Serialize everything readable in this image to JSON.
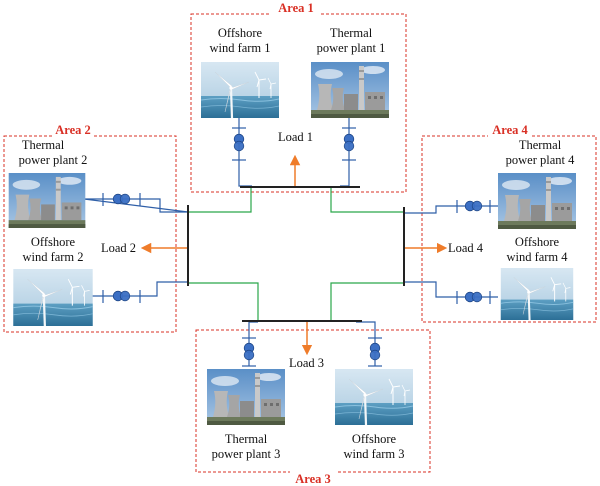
{
  "colors": {
    "area_border": "#d93025",
    "wire_blue": "#2f5fa8",
    "wire_green": "#2aa64a",
    "load_arrow": "#ef7c2a",
    "bus": "#222222",
    "transformer": "#3b6fc4"
  },
  "areas": [
    {
      "id": "area-1",
      "title": "Area 1",
      "plants": [
        {
          "type": "wind",
          "icon": "wind-turbine-icon",
          "label_line1": "Offshore",
          "label_line2": "wind farm 1"
        },
        {
          "type": "thermal",
          "icon": "thermal-plant-icon",
          "label_line1": "Thermal",
          "label_line2": "power plant 1"
        }
      ],
      "load_label": "Load 1"
    },
    {
      "id": "area-2",
      "title": "Area 2",
      "plants": [
        {
          "type": "thermal",
          "icon": "thermal-plant-icon",
          "label_line1": "Thermal",
          "label_line2": "power plant 2"
        },
        {
          "type": "wind",
          "icon": "wind-turbine-icon",
          "label_line1": "Offshore",
          "label_line2": "wind farm 2"
        }
      ],
      "load_label": "Load 2"
    },
    {
      "id": "area-3",
      "title": "Area 3",
      "plants": [
        {
          "type": "thermal",
          "icon": "thermal-plant-icon",
          "label_line1": "Thermal",
          "label_line2": "power plant 3"
        },
        {
          "type": "wind",
          "icon": "wind-turbine-icon",
          "label_line1": "Offshore",
          "label_line2": "wind farm 3"
        }
      ],
      "load_label": "Load 3"
    },
    {
      "id": "area-4",
      "title": "Area 4",
      "plants": [
        {
          "type": "thermal",
          "icon": "thermal-plant-icon",
          "label_line1": "Thermal",
          "label_line2": "power plant 4"
        },
        {
          "type": "wind",
          "icon": "wind-turbine-icon",
          "label_line1": "Offshore",
          "label_line2": "wind farm 4"
        }
      ],
      "load_label": "Load 4"
    }
  ]
}
